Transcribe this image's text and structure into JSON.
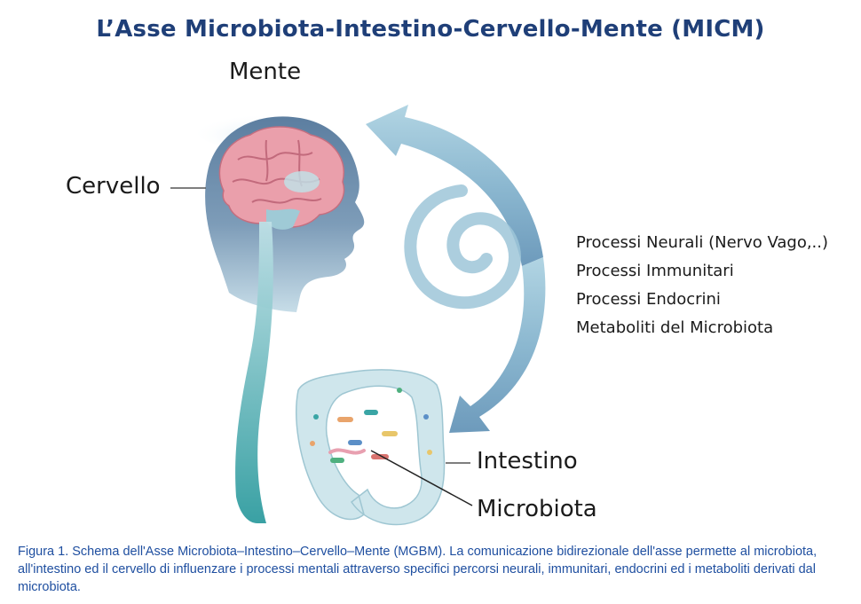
{
  "title": "L’Asse Microbiota-Intestino-Cervello-Mente (MICM)",
  "labels": {
    "mind": "Mente",
    "brain": "Cervello",
    "gut": "Intestino",
    "microbiota": "Microbiota"
  },
  "processes": [
    "Processi Neurali (Nervo Vago,..)",
    "Processi Immunitari",
    "Processi Endocrini",
    "Metaboliti del Microbiota"
  ],
  "caption": "Figura 1. Schema dell'Asse Microbiota–Intestino–Cervello–Mente (MGBM). La comunicazione bidirezionale dell'asse permette al microbiota, all'intestino ed il cervello di influenzare i processi mentali attraverso specifici percorsi neurali, immunitari, endocrini ed i  metaboliti derivati dal microbiota.",
  "colors": {
    "title": "#1f3f78",
    "caption": "#1f4fa0",
    "arrow": "#8ab8d0",
    "head": "#5c7ea0",
    "brain": "#e99aa6",
    "spine": "#3aa5a5",
    "gut": "#cfe6ec"
  },
  "icons": [
    "head-silhouette-icon",
    "brain-icon",
    "spine-icon",
    "halo-icon",
    "spiral-arrow-icon",
    "intestine-icon",
    "bacteria-icon"
  ]
}
